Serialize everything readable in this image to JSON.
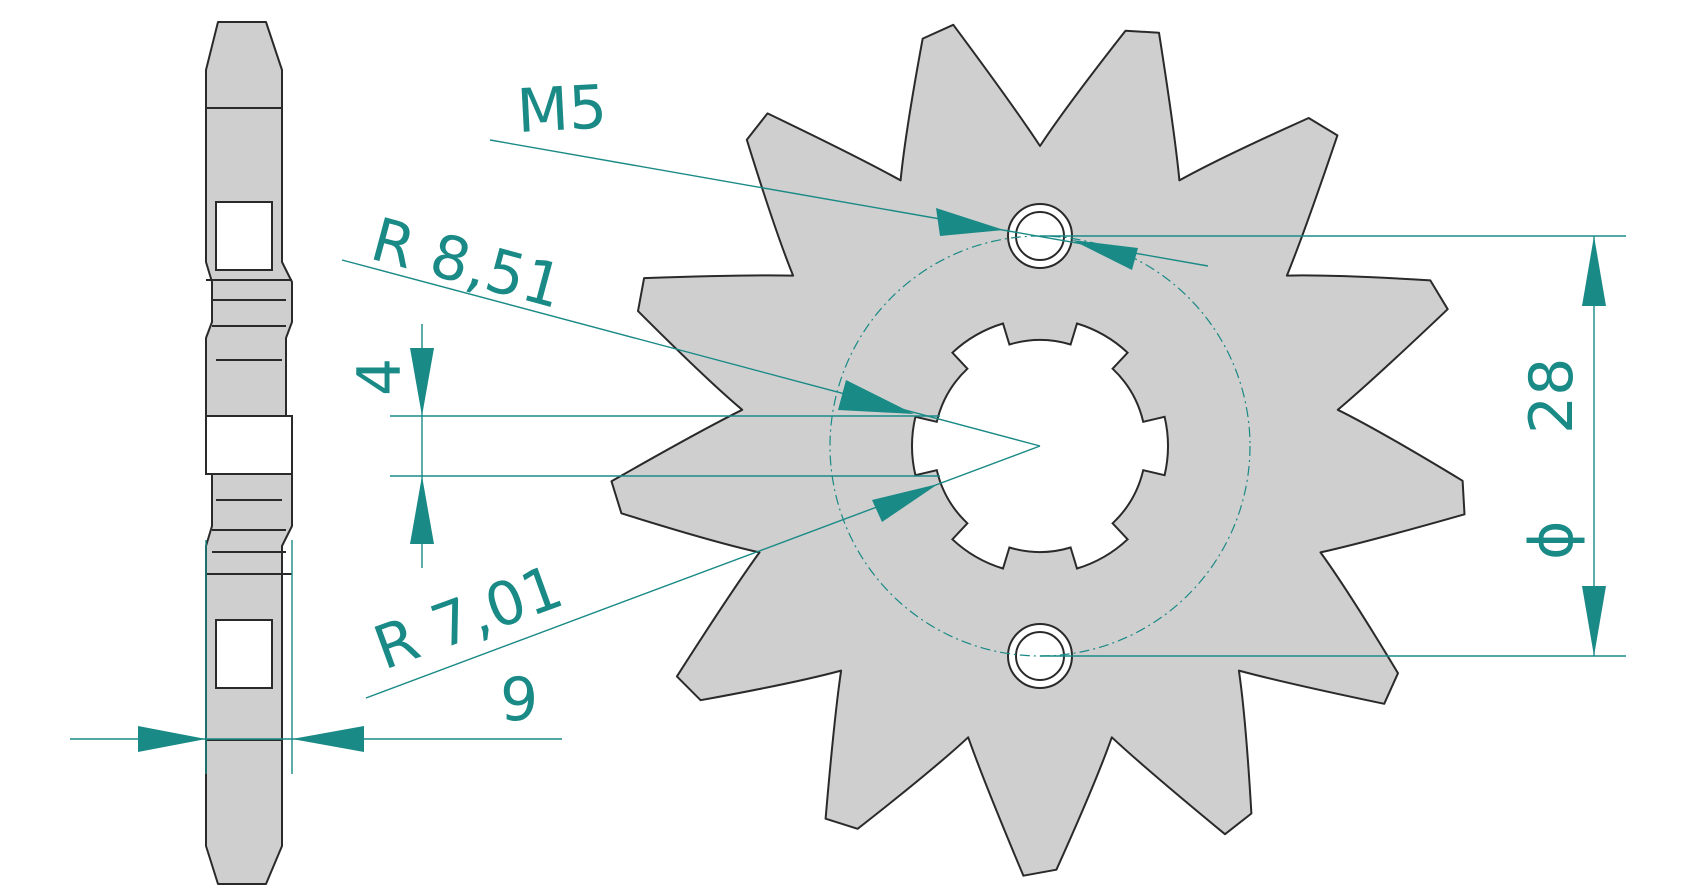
{
  "drawing": {
    "part": "front sprocket",
    "teeth": 13,
    "accent_color": "#1a8a86",
    "part_fill": "#cfcfcf",
    "outline_color": "#2a2a2a"
  },
  "dimensions": {
    "bolt_thread": "M5",
    "outer_spline_radius": "R 8,51",
    "inner_spline_radius": "R 7,01",
    "spline_width": "4",
    "thickness": "9",
    "bolt_circle_symbol": "ϕ",
    "bolt_circle_diameter": "28"
  }
}
